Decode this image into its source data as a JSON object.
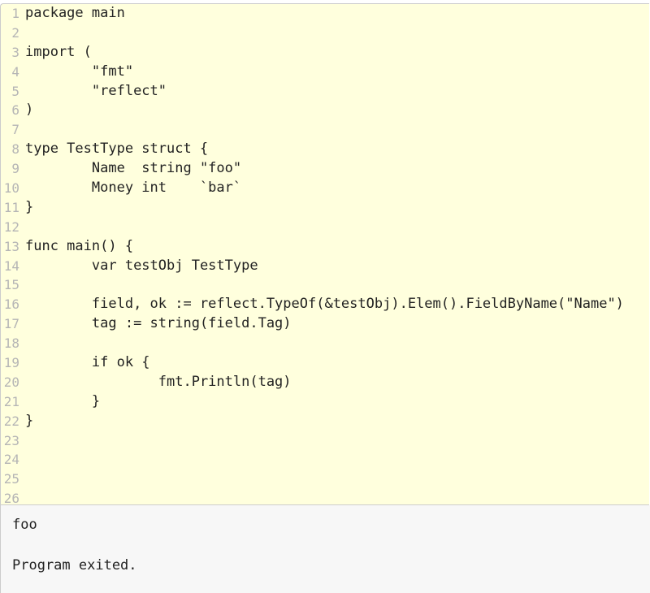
{
  "editor": {
    "lines": [
      "package main",
      "",
      "import (",
      "\t\"fmt\"",
      "\t\"reflect\"",
      ")",
      "",
      "type TestType struct {",
      "\tName  string \"foo\"",
      "\tMoney int    `bar`",
      "}",
      "",
      "func main() {",
      "\tvar testObj TestType",
      "",
      "\tfield, ok := reflect.TypeOf(&testObj).Elem().FieldByName(\"Name\")",
      "\ttag := string(field.Tag)",
      "",
      "\tif ok {",
      "\t\tfmt.Println(tag)",
      "\t}",
      "}",
      "",
      "",
      "",
      ""
    ]
  },
  "output": {
    "lines": [
      "foo",
      "",
      "Program exited."
    ]
  }
}
